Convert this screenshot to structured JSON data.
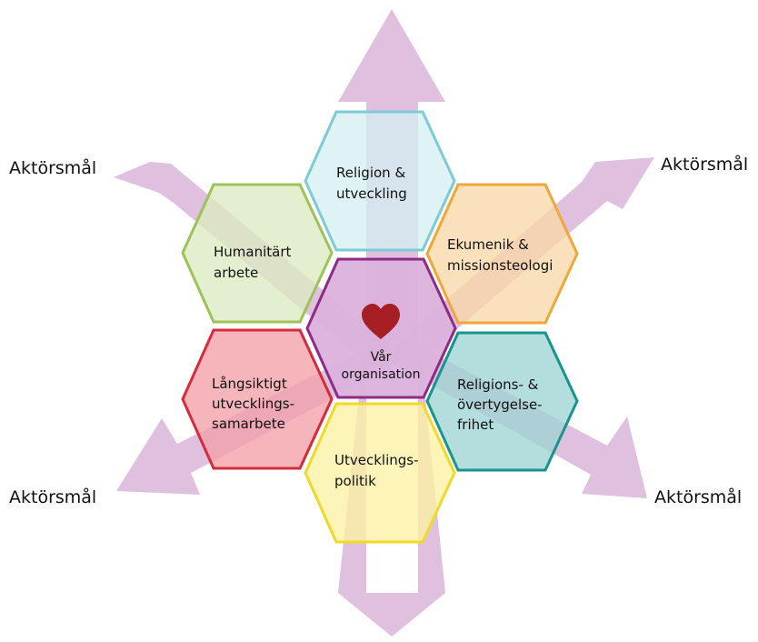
{
  "colors": {
    "arrow": "#d3a8d3",
    "center_fill": "#dbb2dc",
    "center_stroke": "#8d2b87",
    "top_fill": "#d6eef1",
    "top_stroke": "#7ccbd6",
    "upper_right_fill": "#fad9a8",
    "upper_right_stroke": "#eda73a",
    "upper_left_fill": "#dcebc1",
    "upper_left_stroke": "#9cc358",
    "lower_left_fill": "#f2a0a8",
    "lower_left_stroke": "#d62b3b",
    "lower_right_fill": "#9fd3d4",
    "lower_right_stroke": "#17948c",
    "bottom_fill": "#fdf2a3",
    "bottom_stroke": "#f1d92a",
    "heart": "#a51f24"
  },
  "icons": {
    "center": "heart-icon"
  },
  "labels": {
    "top_left": "Aktörsmål",
    "top_right": "Aktörsmål",
    "bottom_left": "Aktörsmål",
    "bottom_right": "Aktörsmål"
  },
  "hexagons": {
    "center": [
      "Vår",
      "organisation"
    ],
    "top": [
      "Religion &",
      "utveckling"
    ],
    "upper_right": [
      "Ekumenik &",
      "missionsteologi"
    ],
    "upper_left": [
      "Humanitärt",
      "arbete"
    ],
    "lower_left": [
      "Långsiktigt",
      "utvecklings-",
      "samarbete"
    ],
    "lower_right": [
      "Religions- &",
      "övertygelse-",
      "frihet"
    ],
    "bottom": [
      "Utvecklings-",
      "politik"
    ]
  }
}
